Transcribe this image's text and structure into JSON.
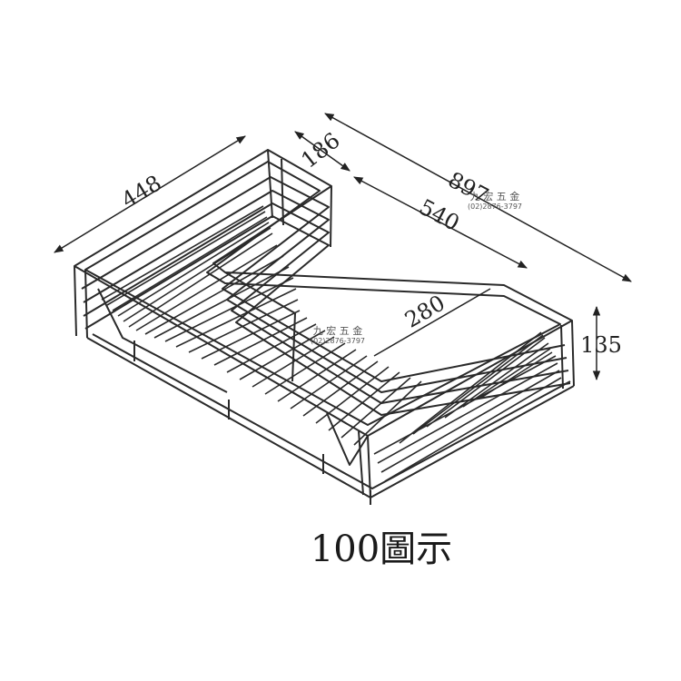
{
  "dimensions": {
    "width_left": "448",
    "depth_short": "186",
    "overall_length": "897",
    "inner_length": "540",
    "inner_short": "280",
    "height": "135"
  },
  "watermark": {
    "name": "九 宏 五 金",
    "phone": "(02)2876-3797"
  },
  "caption": "100圖示",
  "colors": {
    "line": "#2a2a2a",
    "background": "#ffffff"
  }
}
